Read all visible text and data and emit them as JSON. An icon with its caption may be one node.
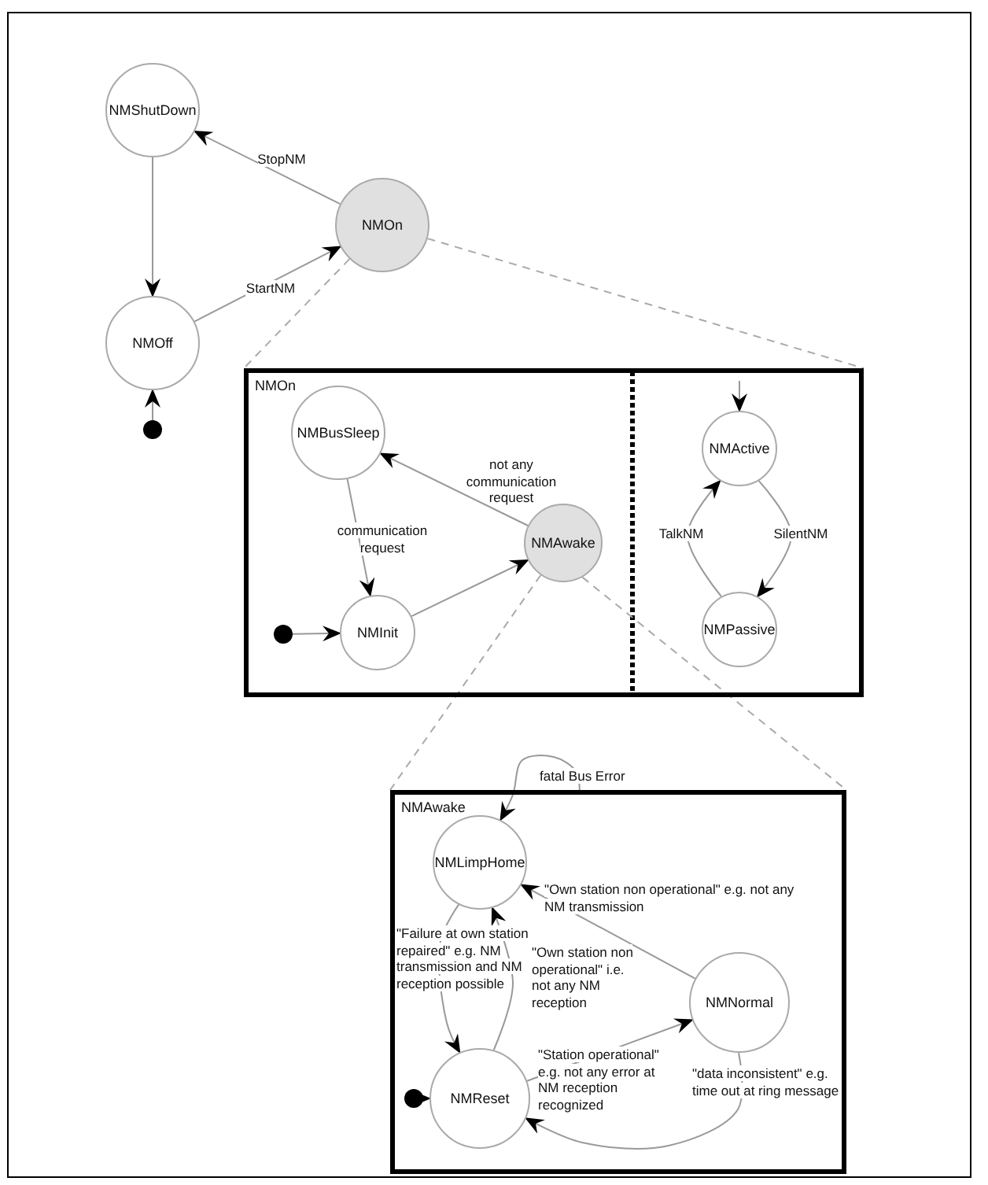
{
  "diagram": {
    "nodes": [
      {
        "text": [
          "NMShutDown"
        ]
      },
      {
        "text": [
          "NMOn"
        ]
      },
      {
        "text": [
          "NMOff"
        ]
      },
      {
        "text": [],
        "shape": "circle"
      },
      {
        "text": [
          "NMOn"
        ]
      },
      {
        "text": [
          "NMBusSleep"
        ],
        "in": 4
      },
      {
        "text": [
          "NMAwake"
        ],
        "in": 4
      },
      {
        "text": [
          "NMInit"
        ],
        "in": 4
      },
      {
        "text": [],
        "shape": "circle",
        "in": 4
      },
      {
        "text": [
          "NMActive"
        ],
        "in": 4
      },
      {
        "text": [
          "NMPassive"
        ],
        "in": 4
      },
      {
        "text": [
          "NMAwake"
        ]
      },
      {
        "text": [
          "NMLimpHome"
        ],
        "in": 11
      },
      {
        "text": [
          "NMNormal"
        ],
        "in": 11
      },
      {
        "text": [
          "NMReset"
        ],
        "in": 11
      },
      {
        "text": [],
        "shape": "circle",
        "in": 11
      }
    ],
    "edges": [
      {
        "from": 1,
        "to": 0,
        "arrow": "to",
        "label": "StopNM"
      },
      {
        "from": 0,
        "to": 2,
        "arrow": "to"
      },
      {
        "from": 2,
        "to": 1,
        "arrow": "to",
        "label": "StartNM"
      },
      {
        "from": 3,
        "to": 2,
        "arrow": "to"
      },
      {
        "from": 1,
        "to": 4,
        "arrow": "none",
        "style": "dashed"
      },
      {
        "from": 1,
        "to": 4,
        "arrow": "none",
        "style": "dashed"
      },
      {
        "from": 6,
        "to": 5,
        "arrow": "to",
        "label": "not any communication request"
      },
      {
        "from": 5,
        "to": 7,
        "arrow": "to",
        "label": "communication request"
      },
      {
        "from": 7,
        "to": 6,
        "arrow": "to"
      },
      {
        "from": 8,
        "to": 7,
        "arrow": "to"
      },
      {
        "from": null,
        "to": 9,
        "arrow": "to"
      },
      {
        "from": 9,
        "to": 10,
        "arrow": "to",
        "label": "SilentNM"
      },
      {
        "from": 10,
        "to": 9,
        "arrow": "to",
        "label": "TalkNM"
      },
      {
        "from": 6,
        "to": 11,
        "arrow": "none",
        "style": "dashed"
      },
      {
        "from": 6,
        "to": 11,
        "arrow": "none",
        "style": "dashed"
      },
      {
        "from": 11,
        "to": 12,
        "arrow": "to",
        "label": "fatal Bus Error"
      },
      {
        "from": 13,
        "to": 12,
        "arrow": "to",
        "label": "\"Own station non operational\" e.g. not any NM transmission"
      },
      {
        "from": 12,
        "to": 14,
        "arrow": "to",
        "label": "\"Failure at own station repaired\" e.g. NM transmission and NM reception possible"
      },
      {
        "from": 14,
        "to": 12,
        "arrow": "to",
        "label": "\"Own station non operational\" i.e. not any NM reception"
      },
      {
        "from": 14,
        "to": 13,
        "arrow": "to",
        "label": "\"Station operational\" e.g. not any error at NM reception recognized"
      },
      {
        "from": 13,
        "to": 14,
        "arrow": "to",
        "label": "\"data inconsistent\" e.g. time out at ring message"
      },
      {
        "from": 15,
        "to": 14,
        "arrow": "to"
      }
    ]
  }
}
